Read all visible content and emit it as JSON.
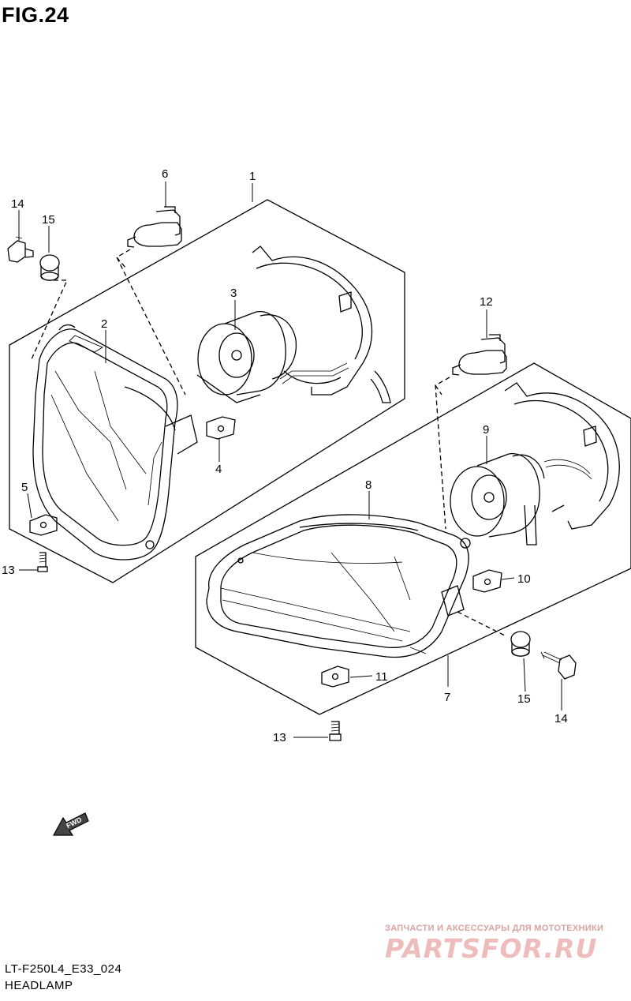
{
  "figure": {
    "title": "FIG.24"
  },
  "callouts": [
    {
      "id": "c1",
      "label": "1"
    },
    {
      "id": "c2",
      "label": "2"
    },
    {
      "id": "c3",
      "label": "3"
    },
    {
      "id": "c4",
      "label": "4"
    },
    {
      "id": "c5",
      "label": "5"
    },
    {
      "id": "c6",
      "label": "6"
    },
    {
      "id": "c7",
      "label": "7"
    },
    {
      "id": "c8",
      "label": "8"
    },
    {
      "id": "c9",
      "label": "9"
    },
    {
      "id": "c10",
      "label": "10"
    },
    {
      "id": "c11",
      "label": "11"
    },
    {
      "id": "c12",
      "label": "12"
    },
    {
      "id": "c13a",
      "label": "13"
    },
    {
      "id": "c13b",
      "label": "13"
    },
    {
      "id": "c14a",
      "label": "14"
    },
    {
      "id": "c14b",
      "label": "14"
    },
    {
      "id": "c15a",
      "label": "15"
    },
    {
      "id": "c15b",
      "label": "15"
    }
  ],
  "fwd_arrow": {
    "text": "FWD"
  },
  "footer": {
    "model_code": "LT-F250L4_E33_024",
    "section_name": "HEADLAMP"
  },
  "watermark": {
    "tagline": "ЗАПЧАСТИ И АКСЕССУАРЫ ДЛЯ МОТОТЕХНИКИ",
    "logo": "PARTSFOR.RU"
  },
  "colors": {
    "line": "#000000",
    "watermark": "#e8a8a8"
  }
}
